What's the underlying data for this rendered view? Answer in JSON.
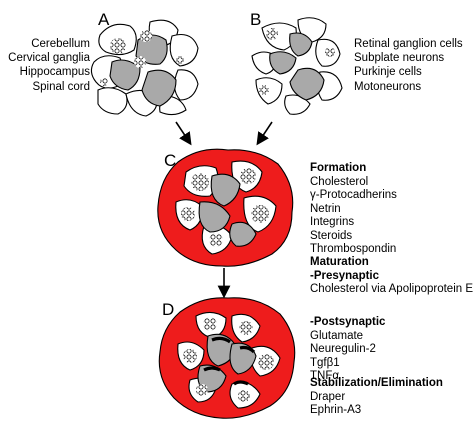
{
  "panels": {
    "a": {
      "letter": "A",
      "regions": [
        "Cerebellum",
        "Cervical ganglia",
        "Hippocampus",
        "Spinal cord"
      ]
    },
    "b": {
      "letter": "B",
      "cell_types": [
        "Retinal ganglion cells",
        "Subplate neurons",
        "Purkinje cells",
        "Motoneurons"
      ]
    },
    "c": {
      "letter": "C"
    },
    "d": {
      "letter": "D"
    }
  },
  "factors": {
    "formation": {
      "heading": "Formation",
      "items": [
        "Cholesterol",
        "γ-Protocadherins",
        "Netrin",
        "Integrins",
        "Steroids",
        "Thrombospondin"
      ]
    },
    "maturation": {
      "heading": "Maturation",
      "presynaptic_heading": "-Presynaptic",
      "presynaptic_items": [
        "Cholesterol via Apolipoprotein E"
      ],
      "postsynaptic_heading": "-Postsynaptic",
      "postsynaptic_items": [
        "Glutamate",
        "Neuregulin-2",
        "Tgfβ1",
        "TNFα"
      ]
    },
    "stabilization": {
      "heading": "Stabilization/Elimination",
      "items": [
        "Draper",
        "Ephrin-A3"
      ]
    }
  },
  "colors": {
    "glia": "#ee1c1c",
    "postsynaptic": "#a9a9a9",
    "presynaptic": "#ffffff",
    "outline": "#000000",
    "synapse_density": "#000000"
  },
  "icons": {
    "arrow": "down-arrow-icon"
  }
}
